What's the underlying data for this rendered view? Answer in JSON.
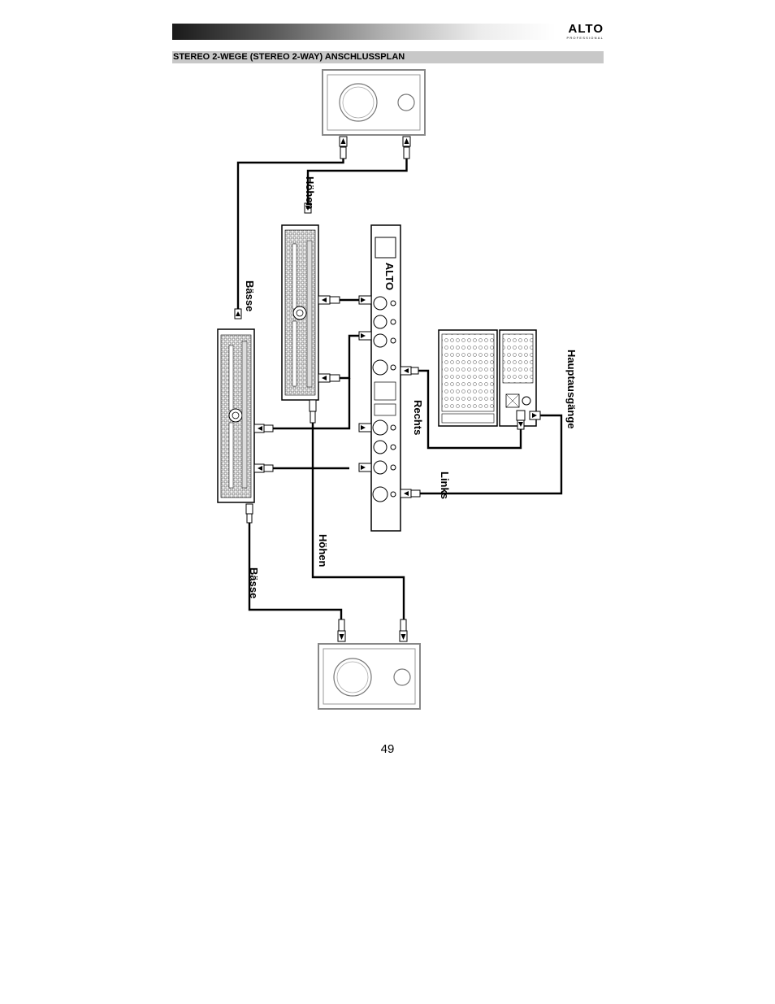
{
  "header": {
    "logo_text": "ALTO",
    "logo_subtext": "PROFESSIONAL"
  },
  "section_title": "STEREO 2-WEGE (STEREO 2-WAY) ANSCHLUSSPLAN",
  "diagram": {
    "labels": {
      "hoehen_top": "Höhen",
      "baesse_top": "Bässe",
      "rechts": "Rechts",
      "links": "Links",
      "hoehen_bottom": "Höhen",
      "baesse_bottom": "Bässe",
      "hauptausgaenge": "Hauptausgänge"
    },
    "crossover_logo": "ALTO"
  },
  "page_number": "49"
}
